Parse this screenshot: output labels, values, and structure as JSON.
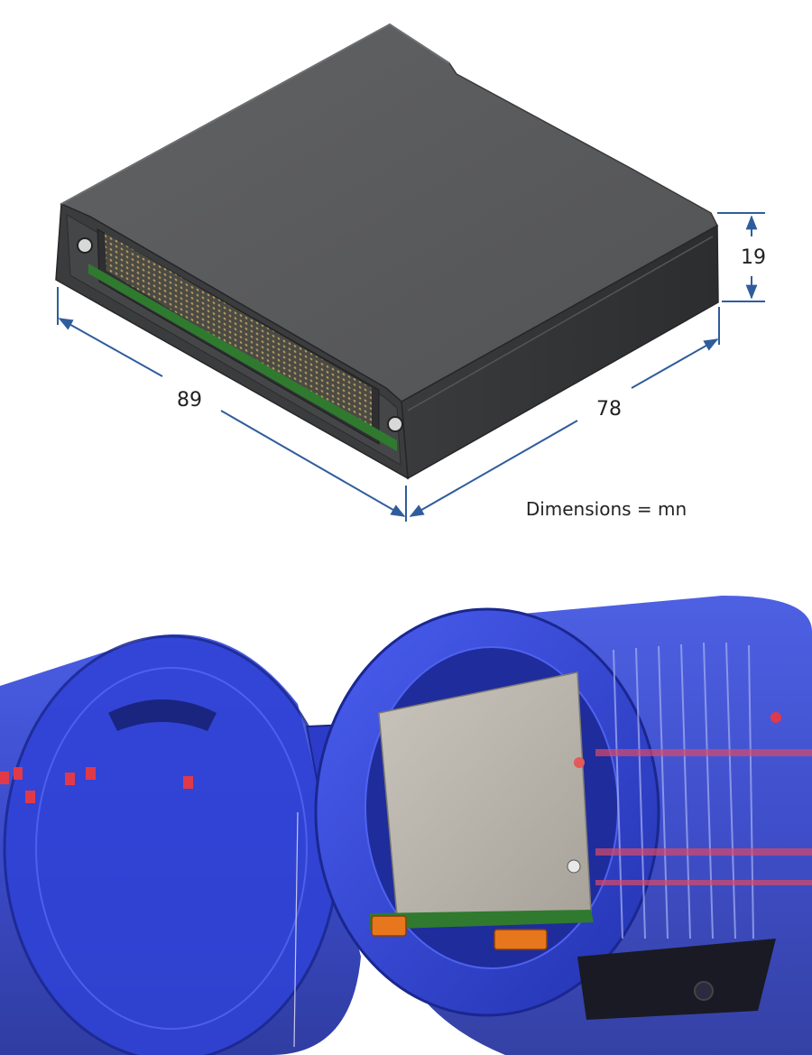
{
  "dimensions": {
    "length": "89",
    "width": "78",
    "height": "19",
    "units_note": "Dimensions = mn"
  },
  "colors": {
    "housing": "#4a4b4d",
    "housing_top": "#58595b",
    "dimension_line": "#2f5d9c",
    "enclosure_blue": "#2e3fd0",
    "pcb_green": "#2f7a2f",
    "connector_orange": "#e8761c",
    "card_grey": "#b9b4ac"
  }
}
